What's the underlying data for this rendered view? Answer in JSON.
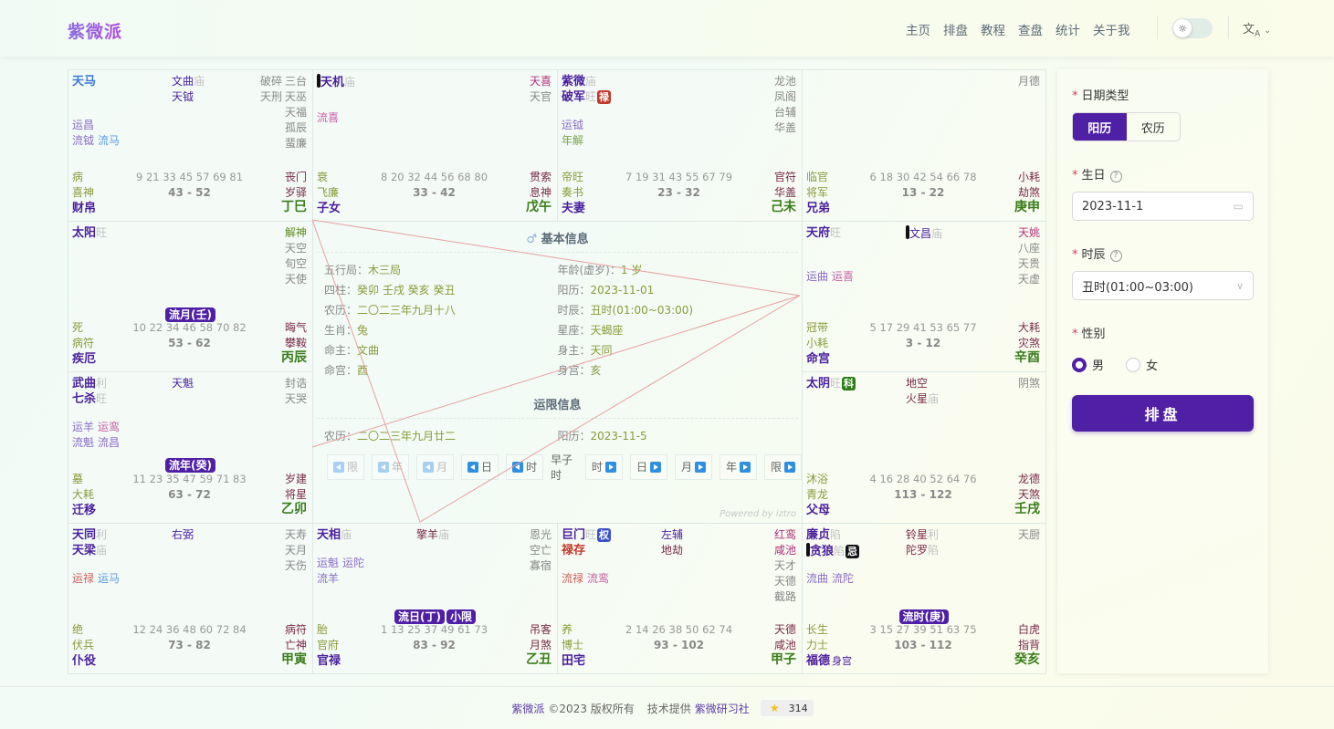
{
  "header": {
    "logo": "紫微派",
    "nav": [
      "主页",
      "排盘",
      "教程",
      "查盘",
      "统计",
      "关于我"
    ],
    "theme_icon": "sun-icon",
    "lang_icon": "translate-icon"
  },
  "palaces": [
    {
      "pos": "r1c1",
      "major": [],
      "major_text": [
        {
          "name": "天马",
          "bright": "",
          "cls": "blue"
        }
      ],
      "minor": [
        {
          "name": "文曲",
          "bright": "庙"
        },
        {
          "name": "天钺",
          "bright": ""
        }
      ],
      "adj": [
        [
          "破碎",
          "三台"
        ],
        [
          "天刑",
          "天巫"
        ],
        [
          "天福"
        ],
        [
          "孤辰"
        ],
        [
          "蜚廉"
        ]
      ],
      "flow": [
        [
          {
            "t": "运昌",
            "c": "f-purple"
          }
        ],
        [
          {
            "t": "流钺",
            "c": "f-purple"
          },
          {
            "t": "流马",
            "c": "f-blue"
          }
        ]
      ],
      "badges": [],
      "changsheng": "病",
      "boshi": "喜神",
      "ages": "9 21 33 45 57 69 81",
      "range": "43 - 52",
      "jiang1": "丧门",
      "jiang2": "岁驿",
      "palace": "财帛",
      "body": "",
      "ganzhi": "丁巳"
    },
    {
      "pos": "r1c2",
      "major_text": [
        {
          "name": "天机",
          "bright": "庙",
          "bar": true
        }
      ],
      "minor": [],
      "adj": [
        [
          "天喜"
        ],
        [
          "天官"
        ]
      ],
      "adj_colors": [
        "pink",
        ""
      ],
      "flow": [
        [
          {
            "t": "流喜",
            "c": "f-pink"
          }
        ]
      ],
      "badges": [],
      "changsheng": "衰",
      "boshi": "飞廉",
      "ages": "8 20 32 44 56 68 80",
      "range": "33 - 42",
      "jiang1": "贯索",
      "jiang2": "息神",
      "palace": "子女",
      "body": "",
      "ganzhi": "戊午"
    },
    {
      "pos": "r1c3",
      "major_text": [
        {
          "name": "紫微",
          "bright": "庙"
        },
        {
          "name": "破军",
          "bright": "旺",
          "tag": "禄",
          "tagcls": "lu"
        }
      ],
      "minor": [],
      "adj": [
        [
          "龙池"
        ],
        [
          "凤阁"
        ],
        [
          "台辅"
        ],
        [
          "华盖"
        ]
      ],
      "flow": [
        [
          {
            "t": "运钺",
            "c": "f-purple"
          }
        ],
        [
          {
            "t": "年解",
            "c": "f-green"
          }
        ]
      ],
      "badges": [],
      "changsheng": "帝旺",
      "boshi": "奏书",
      "ages": "7 19 31 43 55 67 79",
      "range": "23 - 32",
      "jiang1": "官符",
      "jiang2": "华盖",
      "palace": "夫妻",
      "body": "",
      "ganzhi": "己未"
    },
    {
      "pos": "r1c4",
      "major_text": [],
      "minor": [],
      "adj": [
        [
          "月德"
        ]
      ],
      "flow": [],
      "badges": [],
      "changsheng": "临官",
      "boshi": "将军",
      "ages": "6 18 30 42 54 66 78",
      "range": "13 - 22",
      "jiang1": "小耗",
      "jiang2": "劫煞",
      "palace": "兄弟",
      "body": "",
      "ganzhi": "庚申"
    },
    {
      "pos": "r2c1",
      "major_text": [
        {
          "name": "太阳",
          "bright": "旺"
        }
      ],
      "minor": [],
      "adj": [
        [
          "解神"
        ],
        [
          "天空"
        ],
        [
          "旬空"
        ],
        [
          "天使"
        ]
      ],
      "adj_colors": [
        "green",
        "",
        "",
        ""
      ],
      "flow": [],
      "badges": [
        "流月(壬)"
      ],
      "changsheng": "死",
      "boshi": "病符",
      "ages": "10 22 34 46 58 70 82",
      "range": "53 - 62",
      "jiang1": "晦气",
      "jiang2": "攀鞍",
      "palace": "疾厄",
      "body": "",
      "ganzhi": "丙辰"
    },
    {
      "pos": "r2c4",
      "major_text": [
        {
          "name": "天府",
          "bright": "旺"
        }
      ],
      "minor": [
        {
          "name": "文昌",
          "bright": "庙",
          "bar": true
        }
      ],
      "adj": [
        [
          "天姚"
        ],
        [
          "八座"
        ],
        [
          "天贵"
        ],
        [
          "天虚"
        ]
      ],
      "adj_colors": [
        "pink",
        "",
        "",
        ""
      ],
      "flow": [
        [
          {
            "t": "运曲",
            "c": "f-purple"
          },
          {
            "t": "运喜",
            "c": "f-pink"
          }
        ]
      ],
      "badges": [],
      "changsheng": "冠带",
      "boshi": "小耗",
      "ages": "5 17 29 41 53 65 77",
      "range": "3 - 12",
      "jiang1": "大耗",
      "jiang2": "灾煞",
      "palace": "命宫",
      "body": "",
      "ganzhi": "辛酉"
    },
    {
      "pos": "r3c1",
      "major_text": [
        {
          "name": "武曲",
          "bright": "利"
        },
        {
          "name": "七杀",
          "bright": "旺"
        }
      ],
      "minor": [
        {
          "name": "天魁",
          "bright": ""
        }
      ],
      "adj": [
        [
          "封诰"
        ],
        [
          "天哭"
        ]
      ],
      "flow": [
        [
          {
            "t": "运羊",
            "c": "f-purple"
          },
          {
            "t": "运鸾",
            "c": "f-pink"
          }
        ],
        [
          {
            "t": "流魁",
            "c": "f-purple"
          },
          {
            "t": "流昌",
            "c": "f-purple"
          }
        ]
      ],
      "badges": [
        "流年(癸)"
      ],
      "changsheng": "墓",
      "boshi": "大耗",
      "ages": "11 23 35 47 59 71 83",
      "range": "63 - 72",
      "jiang1": "岁建",
      "jiang2": "将星",
      "palace": "迁移",
      "body": "",
      "ganzhi": "乙卯"
    },
    {
      "pos": "r3c4",
      "major_text": [
        {
          "name": "太阴",
          "bright": "旺",
          "tag": "科",
          "tagcls": "ke"
        }
      ],
      "minor": [
        {
          "name": "地空",
          "bright": "",
          "red": true
        },
        {
          "name": "火星",
          "bright": "庙",
          "red": true
        }
      ],
      "adj": [
        [
          "阴煞"
        ]
      ],
      "flow": [],
      "badges": [],
      "changsheng": "沐浴",
      "boshi": "青龙",
      "ages": "4 16 28 40 52 64 76",
      "range": "113 - 122",
      "jiang1": "龙德",
      "jiang2": "天煞",
      "palace": "父母",
      "body": "",
      "ganzhi": "壬戌"
    },
    {
      "pos": "r4c1",
      "major_text": [
        {
          "name": "天同",
          "bright": "利"
        },
        {
          "name": "天梁",
          "bright": "庙"
        }
      ],
      "minor": [
        {
          "name": "右弼",
          "bright": ""
        }
      ],
      "adj": [
        [
          "天寿"
        ],
        [
          "天月"
        ],
        [
          "天伤"
        ]
      ],
      "flow": [
        [
          {
            "t": "运禄",
            "c": "f-red"
          },
          {
            "t": "运马",
            "c": "f-blue"
          }
        ]
      ],
      "badges": [],
      "changsheng": "绝",
      "boshi": "伏兵",
      "ages": "12 24 36 48 60 72 84",
      "range": "73 - 82",
      "jiang1": "病符",
      "jiang2": "亡神",
      "palace": "仆役",
      "body": "",
      "ganzhi": "甲寅"
    },
    {
      "pos": "r4c2",
      "major_text": [
        {
          "name": "天相",
          "bright": "庙"
        }
      ],
      "minor": [
        {
          "name": "擎羊",
          "bright": "庙",
          "red": true
        }
      ],
      "adj": [
        [
          "恩光"
        ],
        [
          "空亡"
        ],
        [
          "寡宿"
        ]
      ],
      "flow": [
        [
          {
            "t": "运魁",
            "c": "f-purple"
          },
          {
            "t": "运陀",
            "c": "f-purple"
          }
        ],
        [
          {
            "t": "流羊",
            "c": "f-purple"
          }
        ]
      ],
      "badges": [
        "流日(丁)",
        "小限"
      ],
      "changsheng": "胎",
      "boshi": "官府",
      "ages": "1 13 25 37 49 61 73",
      "range": "83 - 92",
      "jiang1": "吊客",
      "jiang2": "月煞",
      "palace": "官禄",
      "body": "",
      "ganzhi": "乙丑"
    },
    {
      "pos": "r4c3",
      "major_text": [
        {
          "name": "巨门",
          "bright": "旺",
          "tag": "权",
          "tagcls": "quan"
        },
        {
          "name": "禄存",
          "bright": "",
          "lucun": true
        }
      ],
      "minor": [
        {
          "name": "左辅",
          "bright": ""
        },
        {
          "name": "地劫",
          "bright": "",
          "red": true
        }
      ],
      "adj": [
        [
          "红鸾"
        ],
        [
          "咸池"
        ],
        [
          "天才"
        ],
        [
          "天德"
        ],
        [
          "截路"
        ]
      ],
      "adj_colors": [
        "pink",
        "pink",
        "",
        "",
        ""
      ],
      "flow": [
        [
          {
            "t": "流禄",
            "c": "f-red"
          },
          {
            "t": "流鸾",
            "c": "f-pink"
          }
        ]
      ],
      "badges": [],
      "changsheng": "养",
      "boshi": "博士",
      "ages": "2 14 26 38 50 62 74",
      "range": "93 - 102",
      "jiang1": "天德",
      "jiang2": "咸池",
      "palace": "田宅",
      "body": "",
      "ganzhi": "甲子"
    },
    {
      "pos": "r4c4",
      "major_text": [
        {
          "name": "廉贞",
          "bright": "陷"
        },
        {
          "name": "贪狼",
          "bright": "陷",
          "tag": "忌",
          "tagcls": "ji",
          "bar": true
        }
      ],
      "minor": [
        {
          "name": "铃星",
          "bright": "利",
          "red": true
        },
        {
          "name": "陀罗",
          "bright": "陷",
          "red": true
        }
      ],
      "adj": [
        [
          "天厨"
        ]
      ],
      "flow": [
        [
          {
            "t": "流曲",
            "c": "f-purple"
          },
          {
            "t": "流陀",
            "c": "f-purple"
          }
        ]
      ],
      "badges": [
        "流时(庚)"
      ],
      "changsheng": "长生",
      "boshi": "力士",
      "ages": "3 15 27 39 51 63 75",
      "range": "103 - 112",
      "jiang1": "白虎",
      "jiang2": "指背",
      "palace": "福德",
      "body": "身宫",
      "ganzhi": "癸亥"
    }
  ],
  "center": {
    "basic_title": "基本信息",
    "gender_icon": "male-icon",
    "basic": [
      {
        "k": "五行局：",
        "v": "木三局"
      },
      {
        "k": "年龄(虚岁)：",
        "v": "1 岁"
      },
      {
        "k": "四柱：",
        "v": "癸卯 壬戌 癸亥 癸丑"
      },
      {
        "k": "阳历：",
        "v": "2023-11-01"
      },
      {
        "k": "农历：",
        "v": "二〇二三年九月十八"
      },
      {
        "k": "时辰：",
        "v": "丑时(01:00~03:00)"
      },
      {
        "k": "生肖：",
        "v": "兔"
      },
      {
        "k": "星座：",
        "v": "天蝎座"
      },
      {
        "k": "命主：",
        "v": "文曲"
      },
      {
        "k": "身主：",
        "v": "天同"
      },
      {
        "k": "命宫：",
        "v": "酉"
      },
      {
        "k": "身宫：",
        "v": "亥"
      }
    ],
    "limit_title": "运限信息",
    "limits": [
      {
        "k": "农历：",
        "v": "二〇二三年九月廿二"
      },
      {
        "k": "阳历：",
        "v": "2023-11-5"
      }
    ],
    "nav_prev": [
      {
        "t": "限",
        "dis": true
      },
      {
        "t": "年",
        "dis": true
      },
      {
        "t": "月",
        "dis": true
      },
      {
        "t": "日",
        "dis": false
      },
      {
        "t": "时",
        "dis": false
      }
    ],
    "current": "早子时",
    "nav_next": [
      {
        "t": "时"
      },
      {
        "t": "日"
      },
      {
        "t": "月"
      },
      {
        "t": "年"
      },
      {
        "t": "限"
      }
    ],
    "powered": "Powered by iztro"
  },
  "form": {
    "date_type_label": "日期类型",
    "date_types": [
      "阳历",
      "农历"
    ],
    "date_type_selected": "阳历",
    "birthday_label": "生日",
    "birthday_value": "2023-11-1",
    "hour_label": "时辰",
    "hour_value": "丑时(01:00~03:00)",
    "gender_label": "性别",
    "genders": [
      "男",
      "女"
    ],
    "gender_selected": "男",
    "submit": "排盘"
  },
  "footer": {
    "brand": "紫微派",
    "copyright": "©2023 版权所有",
    "tech": "技术提供",
    "org": "紫微研习社",
    "stars": "314"
  }
}
